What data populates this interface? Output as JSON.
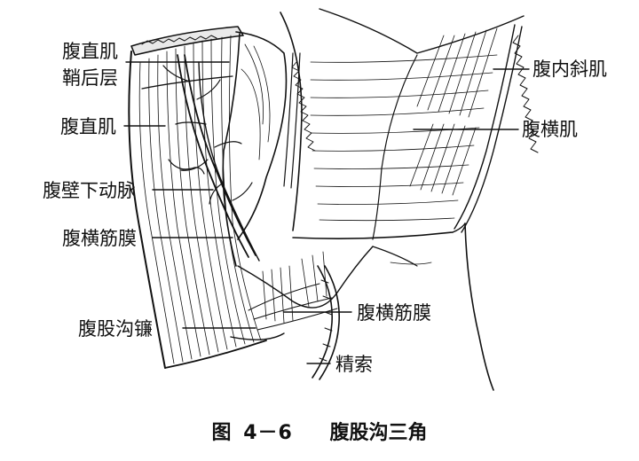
{
  "labels": {
    "rectus_sheath_line1": "腹直肌",
    "rectus_sheath_line2": "鞘后层",
    "rectus_abdominis": "腹直肌",
    "inferior_epigastric_artery": "腹壁下动脉",
    "transversalis_fascia_left": "腹横筋膜",
    "conjoint_tendon": "腹股沟镰",
    "internal_oblique": "腹内斜肌",
    "transversus_abdominis": "腹横肌",
    "transversalis_fascia_right": "腹横筋膜",
    "spermatic_cord": "精索"
  },
  "caption": {
    "prefix": "图",
    "number": "4－6",
    "title": "腹股沟三角"
  },
  "colors": {
    "ink": "#111111",
    "background": "#ffffff"
  }
}
